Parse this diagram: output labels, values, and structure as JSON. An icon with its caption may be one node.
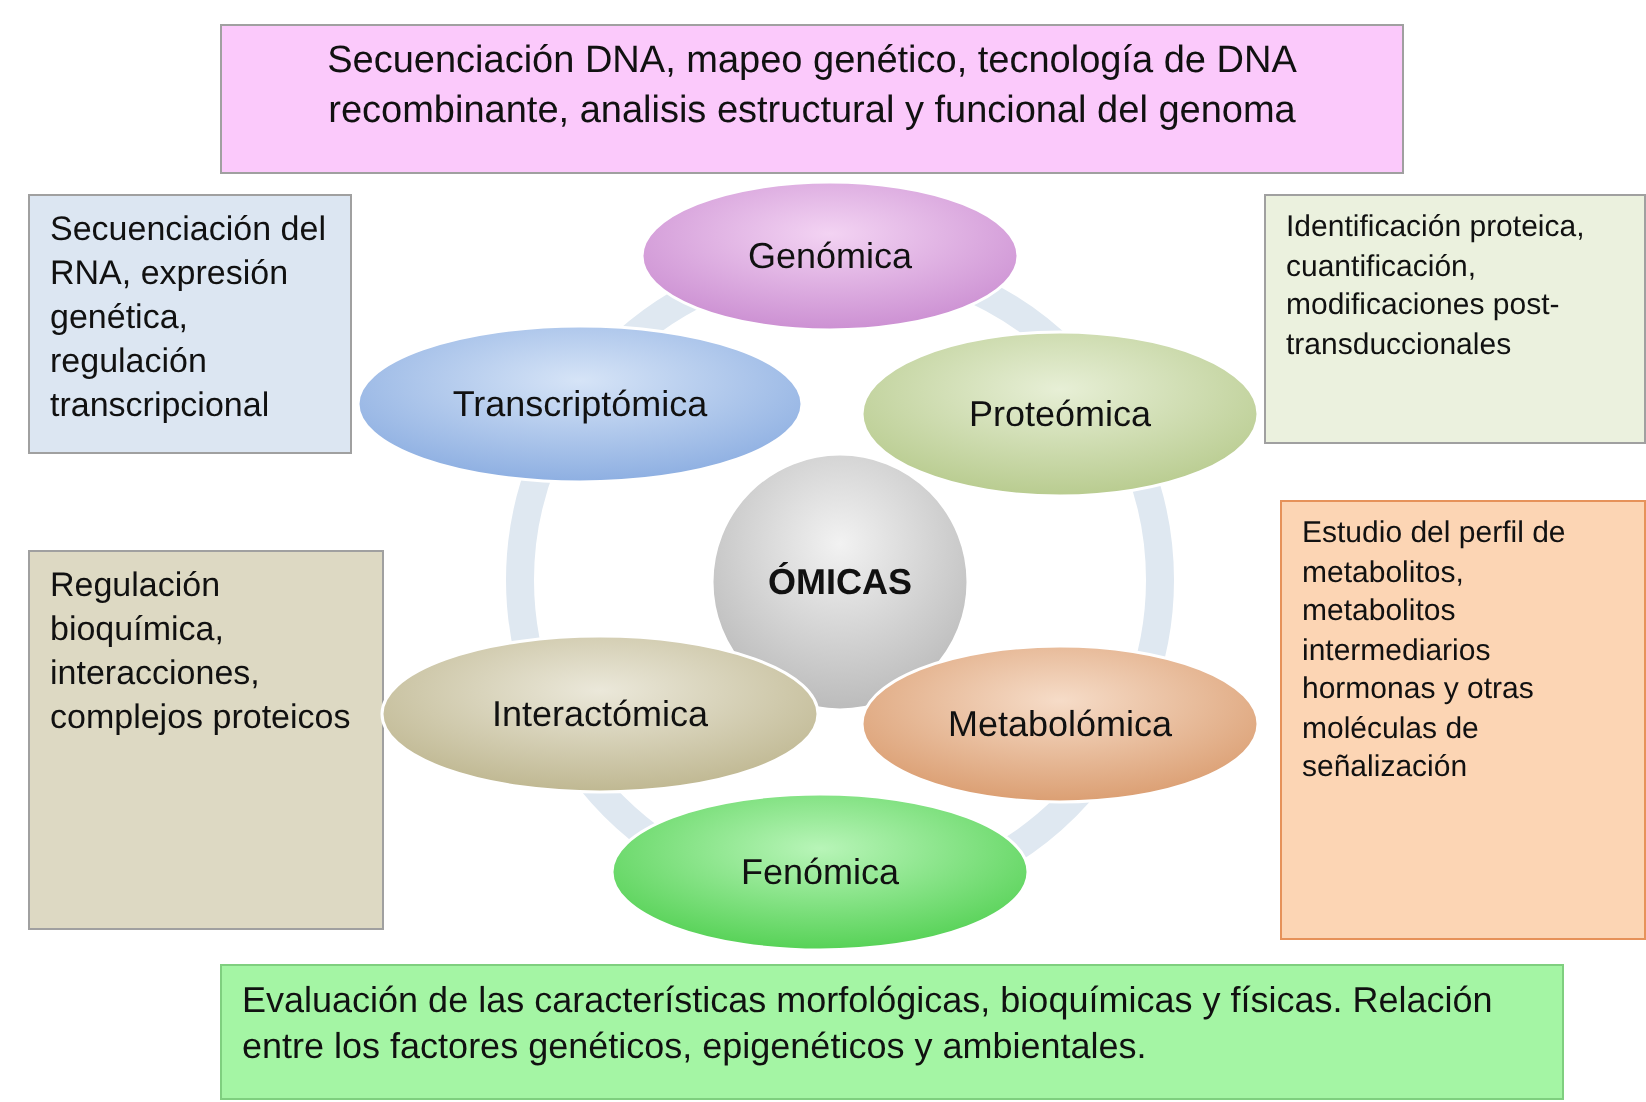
{
  "diagram": {
    "nodes": [
      {
        "text": [
          "Secuenciación DNA, mapeo genético, tecnología de DNA recombinante, analisis estructural y funcional del genoma"
        ]
      },
      {
        "text": [
          "Genómica"
        ]
      },
      {
        "text": [
          "Secuenciación del RNA, expresión genética, regulación transcripcional"
        ]
      },
      {
        "text": [
          "Transcriptómica"
        ]
      },
      {
        "text": [
          "Identificación proteica, cuantificación, modificaciones post-transduccionales"
        ]
      },
      {
        "text": [
          "Proteómica"
        ]
      },
      {
        "text": [
          "ÓMICAS"
        ]
      },
      {
        "text": [
          "Regulación bioquímica, interacciones, complejos proteicos"
        ]
      },
      {
        "text": [
          "Interactómica"
        ]
      },
      {
        "text": [
          "Estudio del perfil de metabolitos, metabolitos intermediarios hormonas y otras moléculas de señalización"
        ]
      },
      {
        "text": [
          "Metabolómica"
        ]
      },
      {
        "text": [
          "Fenómica"
        ]
      },
      {
        "text": [
          "Evaluación de las características morfológicas, bioquímicas y físicas. Relación entre los factores genéticos, epigenéticos y ambientales."
        ]
      }
    ]
  }
}
